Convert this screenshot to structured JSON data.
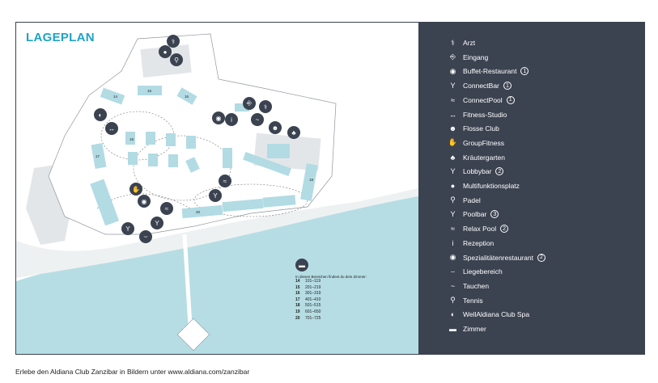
{
  "map": {
    "title": "LAGEPLAN",
    "room_key": {
      "caption": "In diesen Bereichen findest du dein Zimmer:",
      "rows": [
        {
          "block": "14",
          "range": "101–119"
        },
        {
          "block": "15",
          "range": "201–219"
        },
        {
          "block": "16",
          "range": "301–319"
        },
        {
          "block": "17",
          "range": "401–410"
        },
        {
          "block": "18",
          "range": "501–515"
        },
        {
          "block": "19",
          "range": "601–650"
        },
        {
          "block": "20",
          "range": "701–725"
        }
      ]
    },
    "block_labels": [
      "14",
      "15",
      "16",
      "17",
      "18",
      "19",
      "20"
    ]
  },
  "legend": {
    "items": [
      {
        "label": "Arzt",
        "icon": "stethoscope-icon",
        "glyph": "⚕",
        "num": ""
      },
      {
        "label": "Eingang",
        "icon": "entrance-icon",
        "glyph": "⎆",
        "num": ""
      },
      {
        "label": "Buffet-Restaurant",
        "icon": "buffet-icon",
        "glyph": "◉",
        "num": "1"
      },
      {
        "label": "ConnectBar",
        "icon": "cocktail-icon",
        "glyph": "Y",
        "num": "1"
      },
      {
        "label": "ConnectPool",
        "icon": "pool-icon",
        "glyph": "≈",
        "num": "1"
      },
      {
        "label": "Fitness-Studio",
        "icon": "dumbbell-icon",
        "glyph": "↔",
        "num": ""
      },
      {
        "label": "Flosse Club",
        "icon": "kids-club-icon",
        "glyph": "☻",
        "num": ""
      },
      {
        "label": "GroupFitness",
        "icon": "group-fitness-icon",
        "glyph": "✋",
        "num": ""
      },
      {
        "label": "Kräutergarten",
        "icon": "herb-icon",
        "glyph": "♣",
        "num": ""
      },
      {
        "label": "Lobbybar",
        "icon": "cocktail-icon",
        "glyph": "Y",
        "num": "2"
      },
      {
        "label": "Multifunktionsplatz",
        "icon": "location-pin-icon",
        "glyph": "●",
        "num": ""
      },
      {
        "label": "Padel",
        "icon": "racket-icon",
        "glyph": "⚲",
        "num": ""
      },
      {
        "label": "Poolbar",
        "icon": "cocktail-icon",
        "glyph": "Y",
        "num": "3"
      },
      {
        "label": "Relax Pool",
        "icon": "pool-icon",
        "glyph": "≈",
        "num": "2"
      },
      {
        "label": "Rezeption",
        "icon": "info-icon",
        "glyph": "i",
        "num": ""
      },
      {
        "label": "Spezialitätenrestaurant",
        "icon": "restaurant-icon",
        "glyph": "◉",
        "num": "2"
      },
      {
        "label": "Liegebereich",
        "icon": "sunbed-icon",
        "glyph": "⌣",
        "num": ""
      },
      {
        "label": "Tauchen",
        "icon": "diving-icon",
        "glyph": "~",
        "num": ""
      },
      {
        "label": "Tennis",
        "icon": "tennis-icon",
        "glyph": "⚲",
        "num": ""
      },
      {
        "label": "WellAldiana Club Spa",
        "icon": "spa-icon",
        "glyph": "◐",
        "num": ""
      },
      {
        "label": "Zimmer",
        "icon": "bed-icon",
        "glyph": "▬",
        "num": ""
      }
    ]
  },
  "footer": {
    "text": "Erlebe den Aldiana Club Zanzibar in Bildern unter www.aldiana.com/zanzibar"
  },
  "colors": {
    "sea": "#b6dde4",
    "panel": "#3b4250",
    "accent": "#1fa3c6",
    "building": "#b2dbe4",
    "land": "#ffffff"
  }
}
